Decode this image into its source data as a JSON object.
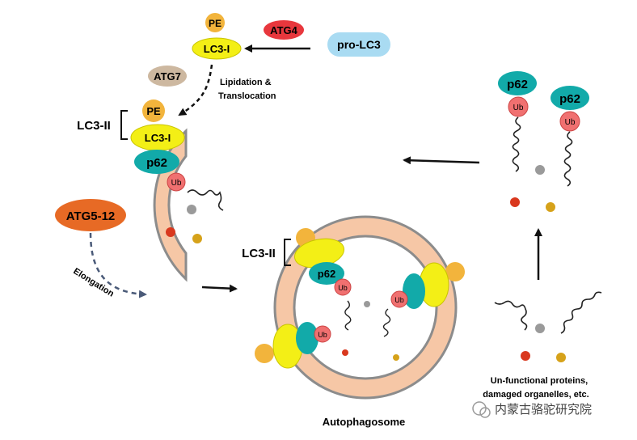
{
  "labels": {
    "pe": "PE",
    "lc3_i": "LC3-I",
    "atg4": "ATG4",
    "pro_lc3": "pro-LC3",
    "atg7": "ATG7",
    "lipidation_line1": "Lipidation &",
    "lipidation_line2": "Translocation",
    "lc3_ii": "LC3-II",
    "p62": "p62",
    "ub": "Ub",
    "atg5_12": "ATG5-12",
    "elongation": "Elongation",
    "autophagosome": "Autophagosome",
    "unfunctional_line1": "Un-functional proteins,",
    "unfunctional_line2": "damaged organelles, etc.",
    "watermark": "内蒙古骆驼研究院"
  },
  "colors": {
    "membrane_fill": "#f6c7a6",
    "membrane_edge": "#8c8c8c",
    "lc3_yellow": "#f3ef16",
    "pe_orange": "#f2b43c",
    "p62_teal": "#12aaa9",
    "ub_red": "#f07070",
    "atg4_red": "#e8373d",
    "pro_lc3_blue": "#a9dbf2",
    "atg7_tan": "#cdb8a0",
    "atg5_orange": "#e76a25",
    "dot_red": "#d9381e",
    "dot_gold": "#d6a21a",
    "dot_gray": "#9a9a9a"
  }
}
